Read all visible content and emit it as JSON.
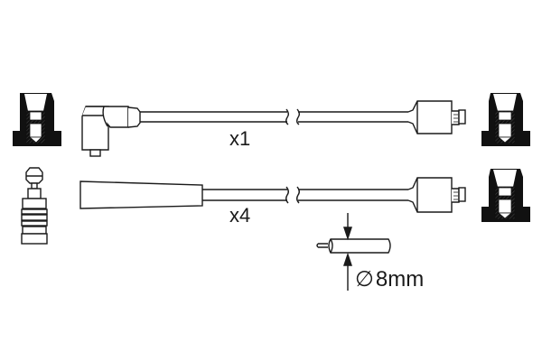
{
  "diagram": {
    "type": "ignition-cable-set",
    "colors": {
      "line": "#1a1a1a",
      "fill": "#ffffff",
      "solid": "#111111",
      "hatch": "#555555"
    },
    "rows": [
      {
        "id": "row-1",
        "quantity_label": "x1",
        "left_connector": "angled-boot",
        "right_connector": "straight-boot-with-terminal"
      },
      {
        "id": "row-2",
        "quantity_label": "x4",
        "left_connector": "straight-boot",
        "right_connector": "straight-boot-with-terminal"
      }
    ],
    "spare_parts": {
      "top_left": "spark-plug-connector-cap",
      "bottom_left": "spark-plug-terminal-pin",
      "top_right": "spark-plug-connector-cap",
      "bottom_right": "spark-plug-connector-cap"
    },
    "dimension": {
      "symbol": "∅",
      "value": "8mm"
    }
  }
}
